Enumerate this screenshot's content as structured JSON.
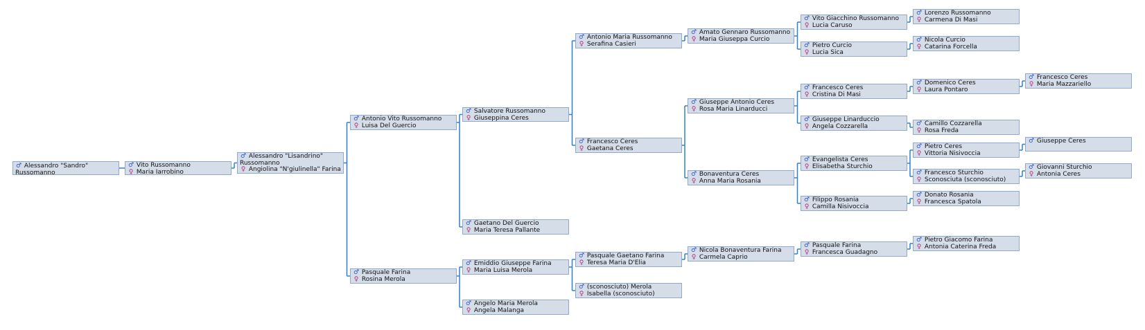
{
  "symbols": {
    "male": "♂",
    "female": "♀"
  },
  "colors": {
    "box_bg": "#d5dde8",
    "box_border": "#8fa8cc",
    "connector": "#2f7fce",
    "male": "#2a55c8",
    "female": "#b02a78"
  },
  "people": [
    {
      "id": "p0",
      "father": "Alessandro \"Sandro\" Russomanno",
      "mother": ""
    },
    {
      "id": "p1",
      "father": "Vito Russomanno",
      "mother": "Maria Iarrobino"
    },
    {
      "id": "p2",
      "father": "Alessandro \"Lisandrino\" Russomanno",
      "mother": "Angiolina \"N'giulinella\" Farina"
    },
    {
      "id": "p3",
      "father": "Antonio Vito Russomanno",
      "mother": "Luisa Del Guercio"
    },
    {
      "id": "p4",
      "father": "Pasquale Farina",
      "mother": "Rosina Merola"
    },
    {
      "id": "p5",
      "father": "Salvatore Russomanno",
      "mother": "Giuseppina Ceres"
    },
    {
      "id": "p6",
      "father": "Gaetano Del Guercio",
      "mother": "Maria Teresa Pallante"
    },
    {
      "id": "p7",
      "father": "Emiddio Giuseppe Farina",
      "mother": "Maria Luisa Merola"
    },
    {
      "id": "p8",
      "father": "Angelo Maria Merola",
      "mother": "Angela Malanga"
    },
    {
      "id": "p9",
      "father": "Antonio Maria Russomanno",
      "mother": "Serafina Casieri"
    },
    {
      "id": "p10",
      "father": "Francesco Ceres",
      "mother": "Gaetana Ceres"
    },
    {
      "id": "p11",
      "father": "Pasquale Gaetano Farina",
      "mother": "Teresa Maria D'Elia"
    },
    {
      "id": "p12",
      "father": "(sconosciuto) Merola",
      "mother": "Isabella (sconosciuto)"
    },
    {
      "id": "p13",
      "father": "Amato Gennaro Russomanno",
      "mother": "Maria Giuseppa Curcio"
    },
    {
      "id": "p14",
      "father": "Giuseppe Antonio Ceres",
      "mother": "Rosa Maria Linarducci"
    },
    {
      "id": "p15",
      "father": "Bonaventura Ceres",
      "mother": "Anna Maria Rosania"
    },
    {
      "id": "p16",
      "father": "Nicola Bonaventura Farina",
      "mother": "Carmela Caprio"
    },
    {
      "id": "p17",
      "father": "Vito Giacchino Russomanno",
      "mother": "Lucia Caruso"
    },
    {
      "id": "p18",
      "father": "Pietro Curcio",
      "mother": "Lucia Sica"
    },
    {
      "id": "p19",
      "father": "Francesco Ceres",
      "mother": "Cristina Di Masi"
    },
    {
      "id": "p20",
      "father": "Giuseppe Linarduccio",
      "mother": "Angela Cozzarella"
    },
    {
      "id": "p21",
      "father": "Evangelista Ceres",
      "mother": "Elisabetha Sturchio"
    },
    {
      "id": "p22",
      "father": "Filippo Rosania",
      "mother": "Camilla Nisivoccia"
    },
    {
      "id": "p23",
      "father": "Pasquale Farina",
      "mother": "Francesca Guadagno"
    },
    {
      "id": "p24",
      "father": "Lorenzo Russomanno",
      "mother": "Carmena Di Masi"
    },
    {
      "id": "p25",
      "father": "Nicola Curcio",
      "mother": "Catarina Forcella"
    },
    {
      "id": "p26",
      "father": "Domenico Ceres",
      "mother": "Laura Pontaro"
    },
    {
      "id": "p27",
      "father": "Camillo Cozzarella",
      "mother": "Rosa Freda"
    },
    {
      "id": "p28",
      "father": "Pietro Ceres",
      "mother": "Vittoria Nisivoccia"
    },
    {
      "id": "p29",
      "father": "Francesco Sturchio",
      "mother": "Sconosciuta (sconosciuto)"
    },
    {
      "id": "p30",
      "father": "Donato Rosania",
      "mother": "Francesca Spatola"
    },
    {
      "id": "p31",
      "father": "Pietro Giacomo Farina",
      "mother": "Antonia Caterina Freda"
    },
    {
      "id": "p32",
      "father": "Francesco Ceres",
      "mother": "Maria Mazzariello"
    },
    {
      "id": "p33",
      "father": "Giuseppe Ceres",
      "mother": ""
    },
    {
      "id": "p34",
      "father": "Giovanni Sturchio",
      "mother": "Antonia Ceres"
    }
  ],
  "links": [
    {
      "child": "p0",
      "parents": [
        "p1"
      ]
    },
    {
      "child": "p1",
      "parents": [
        "p2"
      ]
    },
    {
      "child": "p2",
      "parents": [
        "p3",
        "p4"
      ]
    },
    {
      "child": "p3",
      "parents": [
        "p5",
        "p6"
      ]
    },
    {
      "child": "p4",
      "parents": [
        "p7",
        "p8"
      ]
    },
    {
      "child": "p5",
      "parents": [
        "p9",
        "p10"
      ]
    },
    {
      "child": "p7",
      "parents": [
        "p11",
        "p12"
      ]
    },
    {
      "child": "p9",
      "parents": [
        "p13"
      ]
    },
    {
      "child": "p10",
      "parents": [
        "p14",
        "p15"
      ]
    },
    {
      "child": "p11",
      "parents": [
        "p16"
      ]
    },
    {
      "child": "p13",
      "parents": [
        "p17",
        "p18"
      ]
    },
    {
      "child": "p14",
      "parents": [
        "p19",
        "p20"
      ]
    },
    {
      "child": "p15",
      "parents": [
        "p21",
        "p22"
      ]
    },
    {
      "child": "p16",
      "parents": [
        "p23"
      ]
    },
    {
      "child": "p17",
      "parents": [
        "p24"
      ]
    },
    {
      "child": "p18",
      "parents": [
        "p25"
      ]
    },
    {
      "child": "p19",
      "parents": [
        "p26"
      ]
    },
    {
      "child": "p20",
      "parents": [
        "p27"
      ]
    },
    {
      "child": "p21",
      "parents": [
        "p28",
        "p29"
      ]
    },
    {
      "child": "p22",
      "parents": [
        "p30"
      ]
    },
    {
      "child": "p23",
      "parents": [
        "p31"
      ]
    },
    {
      "child": "p26",
      "parents": [
        "p32"
      ]
    },
    {
      "child": "p28",
      "parents": [
        "p33"
      ]
    },
    {
      "child": "p29",
      "parents": [
        "p34"
      ]
    }
  ]
}
